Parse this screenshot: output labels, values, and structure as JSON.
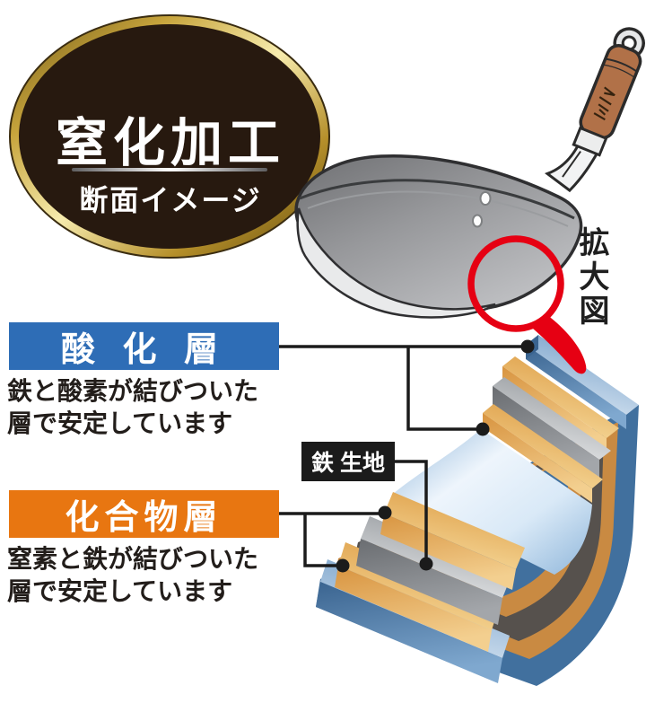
{
  "badge": {
    "title": "窒化加工",
    "subtitle": "断面イメージ",
    "bg_color": "#27190f",
    "ring_color": "#d9b94a"
  },
  "magnifier": {
    "label": "拡大図",
    "color": "#e60013"
  },
  "annotations": {
    "oxide": {
      "title": "酸 化 層",
      "desc_line1": "鉄と酸素が結びついた",
      "desc_line2": "層で安定しています",
      "color": "#2e6db6"
    },
    "compound": {
      "title": "化合物層",
      "desc_line1": "窒素と鉄が結びついた",
      "desc_line2": "層で安定しています",
      "color": "#e87611"
    },
    "iron_base": {
      "title": "鉄 生地",
      "color": "#1b1b1b"
    }
  },
  "layers": {
    "oxide_edge_color": "#41709e",
    "compound_edge_color": "#c98a42",
    "iron_edge_color": "#56514d",
    "inner_surface_color": "#e9f2fa"
  }
}
